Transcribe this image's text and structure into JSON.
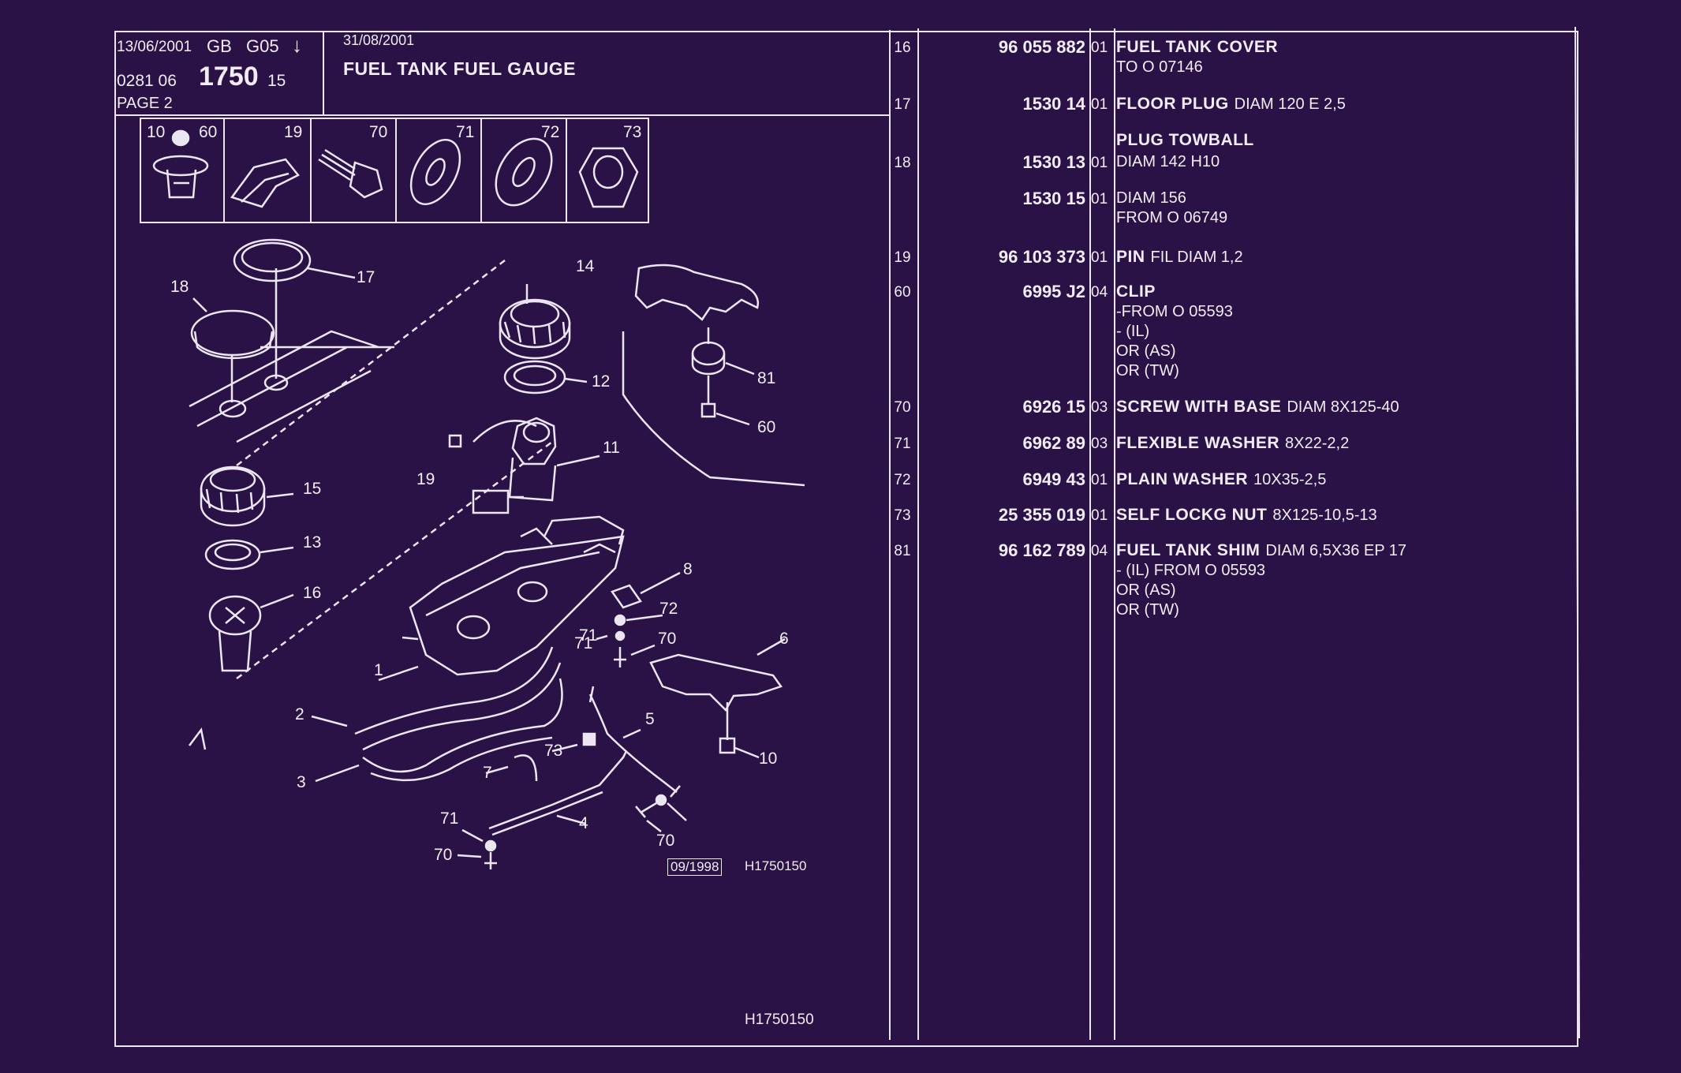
{
  "header": {
    "date1": "13/06/2001",
    "lang": "GB",
    "code": "G05",
    "arrow": "↓",
    "date2": "31/08/2001",
    "ref_prefix": "0281  06",
    "ref_main": "1750",
    "ref_suffix": "15",
    "page": "PAGE  2",
    "title": "FUEL TANK FUEL GAUGE"
  },
  "thumbnails": [
    {
      "label": "10",
      "label2": "60",
      "icon": "push-clip-icon"
    },
    {
      "label": "19",
      "icon": "pin-clip-icon"
    },
    {
      "label": "70",
      "icon": "screw-icon"
    },
    {
      "label": "71",
      "icon": "flexible-washer-icon"
    },
    {
      "label": "72",
      "icon": "plain-washer-icon"
    },
    {
      "label": "73",
      "icon": "nut-icon"
    }
  ],
  "diagram": {
    "callouts": [
      "17",
      "18",
      "14",
      "12",
      "81",
      "60",
      "11",
      "19",
      "15",
      "13",
      "16",
      "8",
      "72",
      "71",
      "70",
      "1",
      "6",
      "2",
      "5",
      "3",
      "73",
      "7",
      "10",
      "4",
      "71",
      "70",
      "71",
      "70"
    ],
    "stamp": "09/1998",
    "code": "H1750150",
    "footer_code": "H1750150"
  },
  "parts": [
    {
      "ref": "16",
      "number": "96 055 882",
      "qty": "01",
      "name": "FUEL TANK COVER",
      "spec": "",
      "extra": [
        "TO  O  07146"
      ]
    },
    {
      "ref": "17",
      "number": "1530 14",
      "qty": "01",
      "name": "FLOOR PLUG",
      "spec": "DIAM 120 E 2,5",
      "extra": []
    },
    {
      "ref": "",
      "number": "",
      "qty": "",
      "name": "PLUG TOWBALL",
      "spec": "",
      "extra": []
    },
    {
      "ref": "18",
      "number": "1530 13",
      "qty": "01",
      "name": "",
      "spec": "DIAM 142 H10",
      "extra": []
    },
    {
      "ref": "",
      "number": "1530 15",
      "qty": "01",
      "name": "",
      "spec": "DIAM 156",
      "extra": [
        "FROM  O  06749"
      ]
    },
    {
      "ref": "19",
      "number": "96 103 373",
      "qty": "01",
      "name": "PIN",
      "spec": "FIL DIAM 1,2",
      "extra": []
    },
    {
      "ref": "60",
      "number": "6995 J2",
      "qty": "04",
      "name": "CLIP",
      "spec": "",
      "extra": [
        "-FROM  O  05593",
        "-     (IL)",
        "OR (AS)",
        "OR (TW)"
      ]
    },
    {
      "ref": "70",
      "number": "6926 15",
      "qty": "03",
      "name": "SCREW WITH BASE",
      "spec": "DIAM 8X125-40",
      "extra": []
    },
    {
      "ref": "71",
      "number": "6962 89",
      "qty": "03",
      "name": "FLEXIBLE WASHER",
      "spec": "8X22-2,2",
      "extra": []
    },
    {
      "ref": "72",
      "number": "6949 43",
      "qty": "01",
      "name": "PLAIN WASHER",
      "spec": "10X35-2,5",
      "extra": []
    },
    {
      "ref": "73",
      "number": "25 355 019",
      "qty": "01",
      "name": "SELF LOCKG NUT",
      "spec": "8X125-10,5-13",
      "extra": []
    },
    {
      "ref": "81",
      "number": "96 162 789",
      "qty": "04",
      "name": "FUEL TANK SHIM",
      "spec": "DIAM 6,5X36 EP 17",
      "extra": [
        "-     (IL) FROM  O  05593",
        "OR (AS)",
        "OR (TW)"
      ]
    }
  ],
  "colors": {
    "background": "#2a1247",
    "ink": "#f1ecf5"
  }
}
